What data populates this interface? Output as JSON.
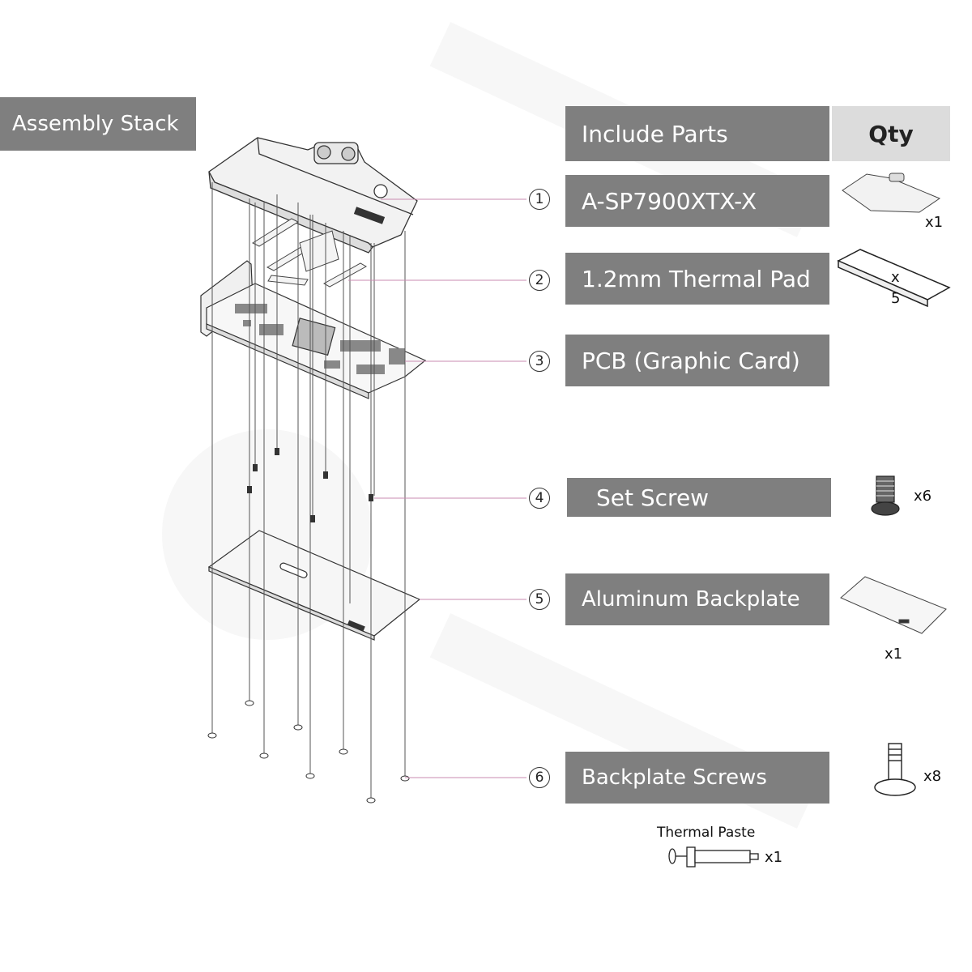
{
  "header": {
    "assembly_stack": "Assembly Stack",
    "include_parts": "Include Parts",
    "qty": "Qty"
  },
  "parts": [
    {
      "num": "1",
      "label": "A-SP7900XTX-X",
      "qty": "x1",
      "icon": "waterblock-icon"
    },
    {
      "num": "2",
      "label": "1.2mm Thermal Pad",
      "qty": "x",
      "qty_count": "5",
      "icon": "thermal-pad-icon"
    },
    {
      "num": "3",
      "label": "PCB (Graphic Card)",
      "qty": "",
      "icon": ""
    },
    {
      "num": "4",
      "label": "Set Screw",
      "qty": "x6",
      "icon": "set-screw-icon"
    },
    {
      "num": "5",
      "label": "Aluminum Backplate",
      "qty": "x1",
      "icon": "backplate-icon"
    },
    {
      "num": "6",
      "label": "Backplate Screws",
      "qty": "x8",
      "icon": "backplate-screw-icon"
    }
  ],
  "thermal_paste": {
    "label": "Thermal Paste",
    "qty": "x1",
    "icon": "syringe-icon"
  },
  "colors": {
    "label_bg": "#7f7f7f",
    "qty_bg": "#dcdcdc",
    "leader_line": "#c98bb0"
  }
}
